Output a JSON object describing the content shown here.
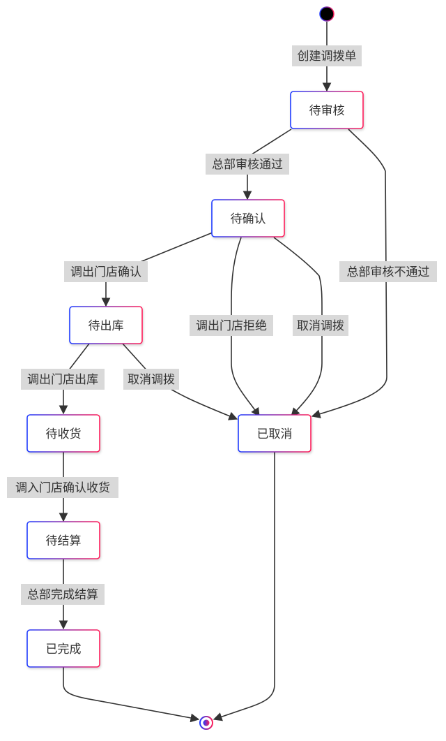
{
  "diagram": {
    "type": "state-diagram",
    "colors": {
      "node_border_start": "#1f3bff",
      "node_border_end": "#ff1f5a",
      "edge": "#333333",
      "label_bg": "#d9d9d9",
      "text": "#333333",
      "start_fill": "#000000"
    },
    "states": {
      "pending_review": "待审核",
      "pending_confirm": "待确认",
      "pending_outbound": "待出库",
      "pending_receipt": "待收货",
      "pending_settlement": "待结算",
      "completed": "已完成",
      "cancelled": "已取消"
    },
    "transitions": {
      "create_order": "创建调拨单",
      "hq_review_pass": "总部审核通过",
      "hq_review_fail": "总部审核不通过",
      "out_store_confirm": "调出门店确认",
      "out_store_reject": "调出门店拒绝",
      "cancel_from_confirm": "取消调拨",
      "out_store_outbound": "调出门店出库",
      "cancel_from_outbound": "取消调拨",
      "in_store_confirm_receipt": "调入门店确认收货",
      "hq_complete_settlement": "总部完成结算"
    }
  }
}
